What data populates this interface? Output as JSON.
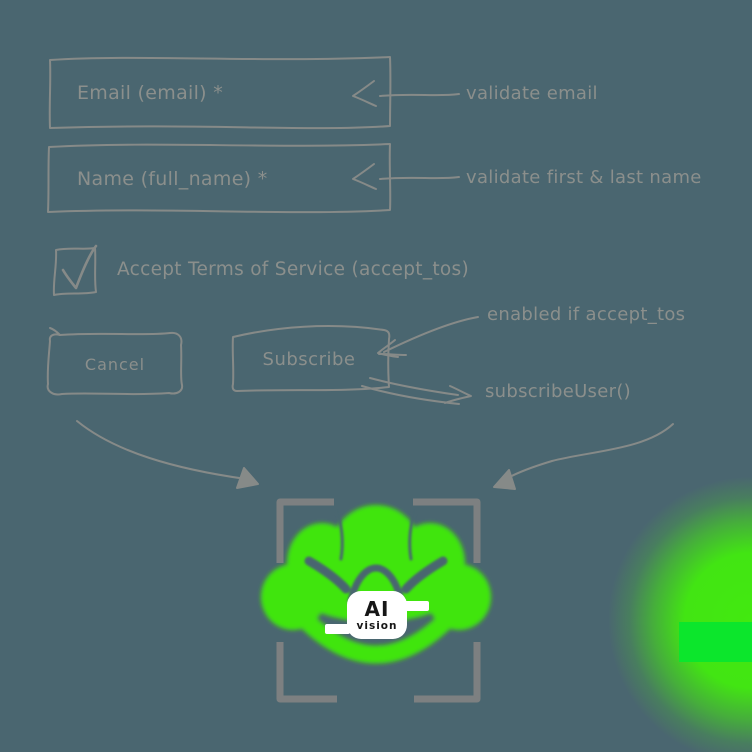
{
  "sketch": {
    "fields": [
      {
        "label": "Email (email) *",
        "annotation": "validate email"
      },
      {
        "label": "Name (full_name) *",
        "annotation": "validate first & last name"
      }
    ],
    "checkbox": {
      "label": "Accept Terms of Service (accept_tos)",
      "checked": true
    },
    "buttons": {
      "cancel": "Cancel",
      "subscribe": "Subscribe"
    },
    "subscribe_annotations": {
      "enabled": "enabled if accept_tos",
      "action": "subscribeUser()"
    }
  },
  "logo": {
    "title": "AI",
    "subtitle": "vision"
  },
  "colors": {
    "background": "#4A6670",
    "sketch_stroke": "#868A88",
    "text": "#8B8F8C",
    "bracket": "#7D8081",
    "logo_green": "#3FE511",
    "accent_green": "#0CE62C",
    "badge_bg": "#FFFFFF",
    "badge_text": "#161616"
  }
}
